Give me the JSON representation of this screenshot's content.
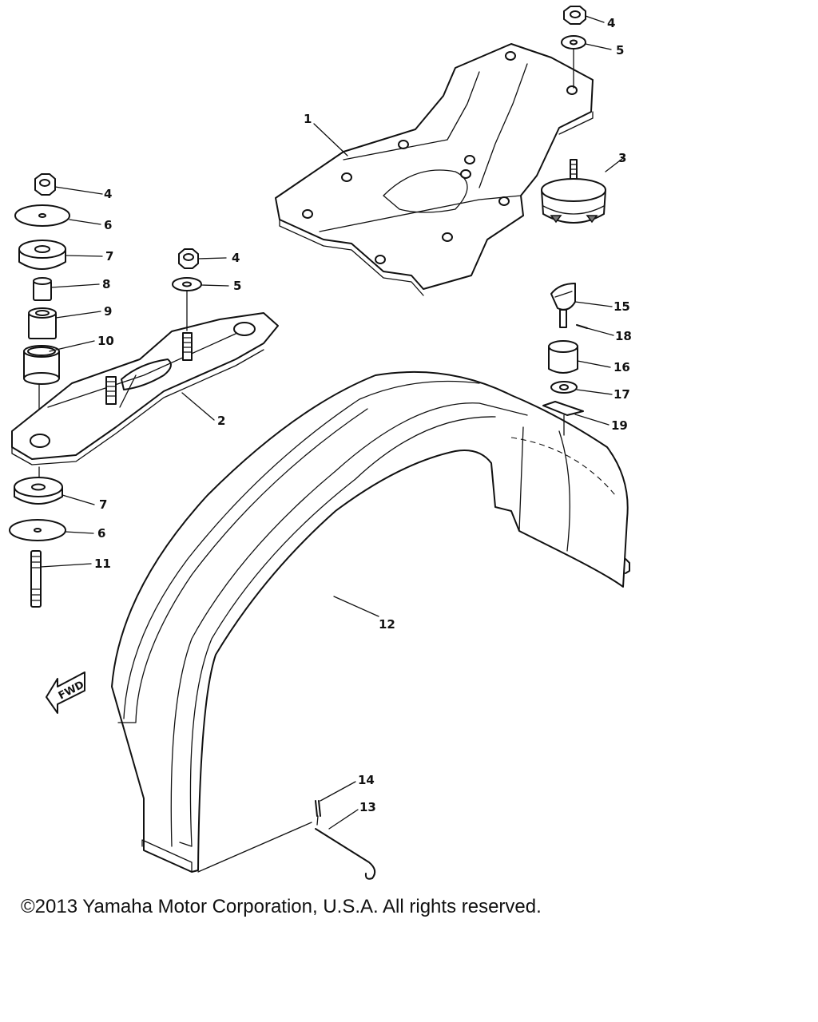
{
  "callouts": {
    "c1": "1",
    "c2": "2",
    "c3": "3",
    "c4a": "4",
    "c4b": "4",
    "c4c": "4",
    "c5a": "5",
    "c5b": "5",
    "c6a": "6",
    "c6b": "6",
    "c7a": "7",
    "c7b": "7",
    "c8": "8",
    "c9": "9",
    "c10": "10",
    "c11": "11",
    "c12": "12",
    "c13": "13",
    "c14": "14",
    "c15": "15",
    "c16": "16",
    "c17": "17",
    "c18": "18",
    "c19": "19"
  },
  "fwd": "FWD",
  "copyright": "©2013 Yamaha Motor Corporation, U.S.A. All rights reserved."
}
